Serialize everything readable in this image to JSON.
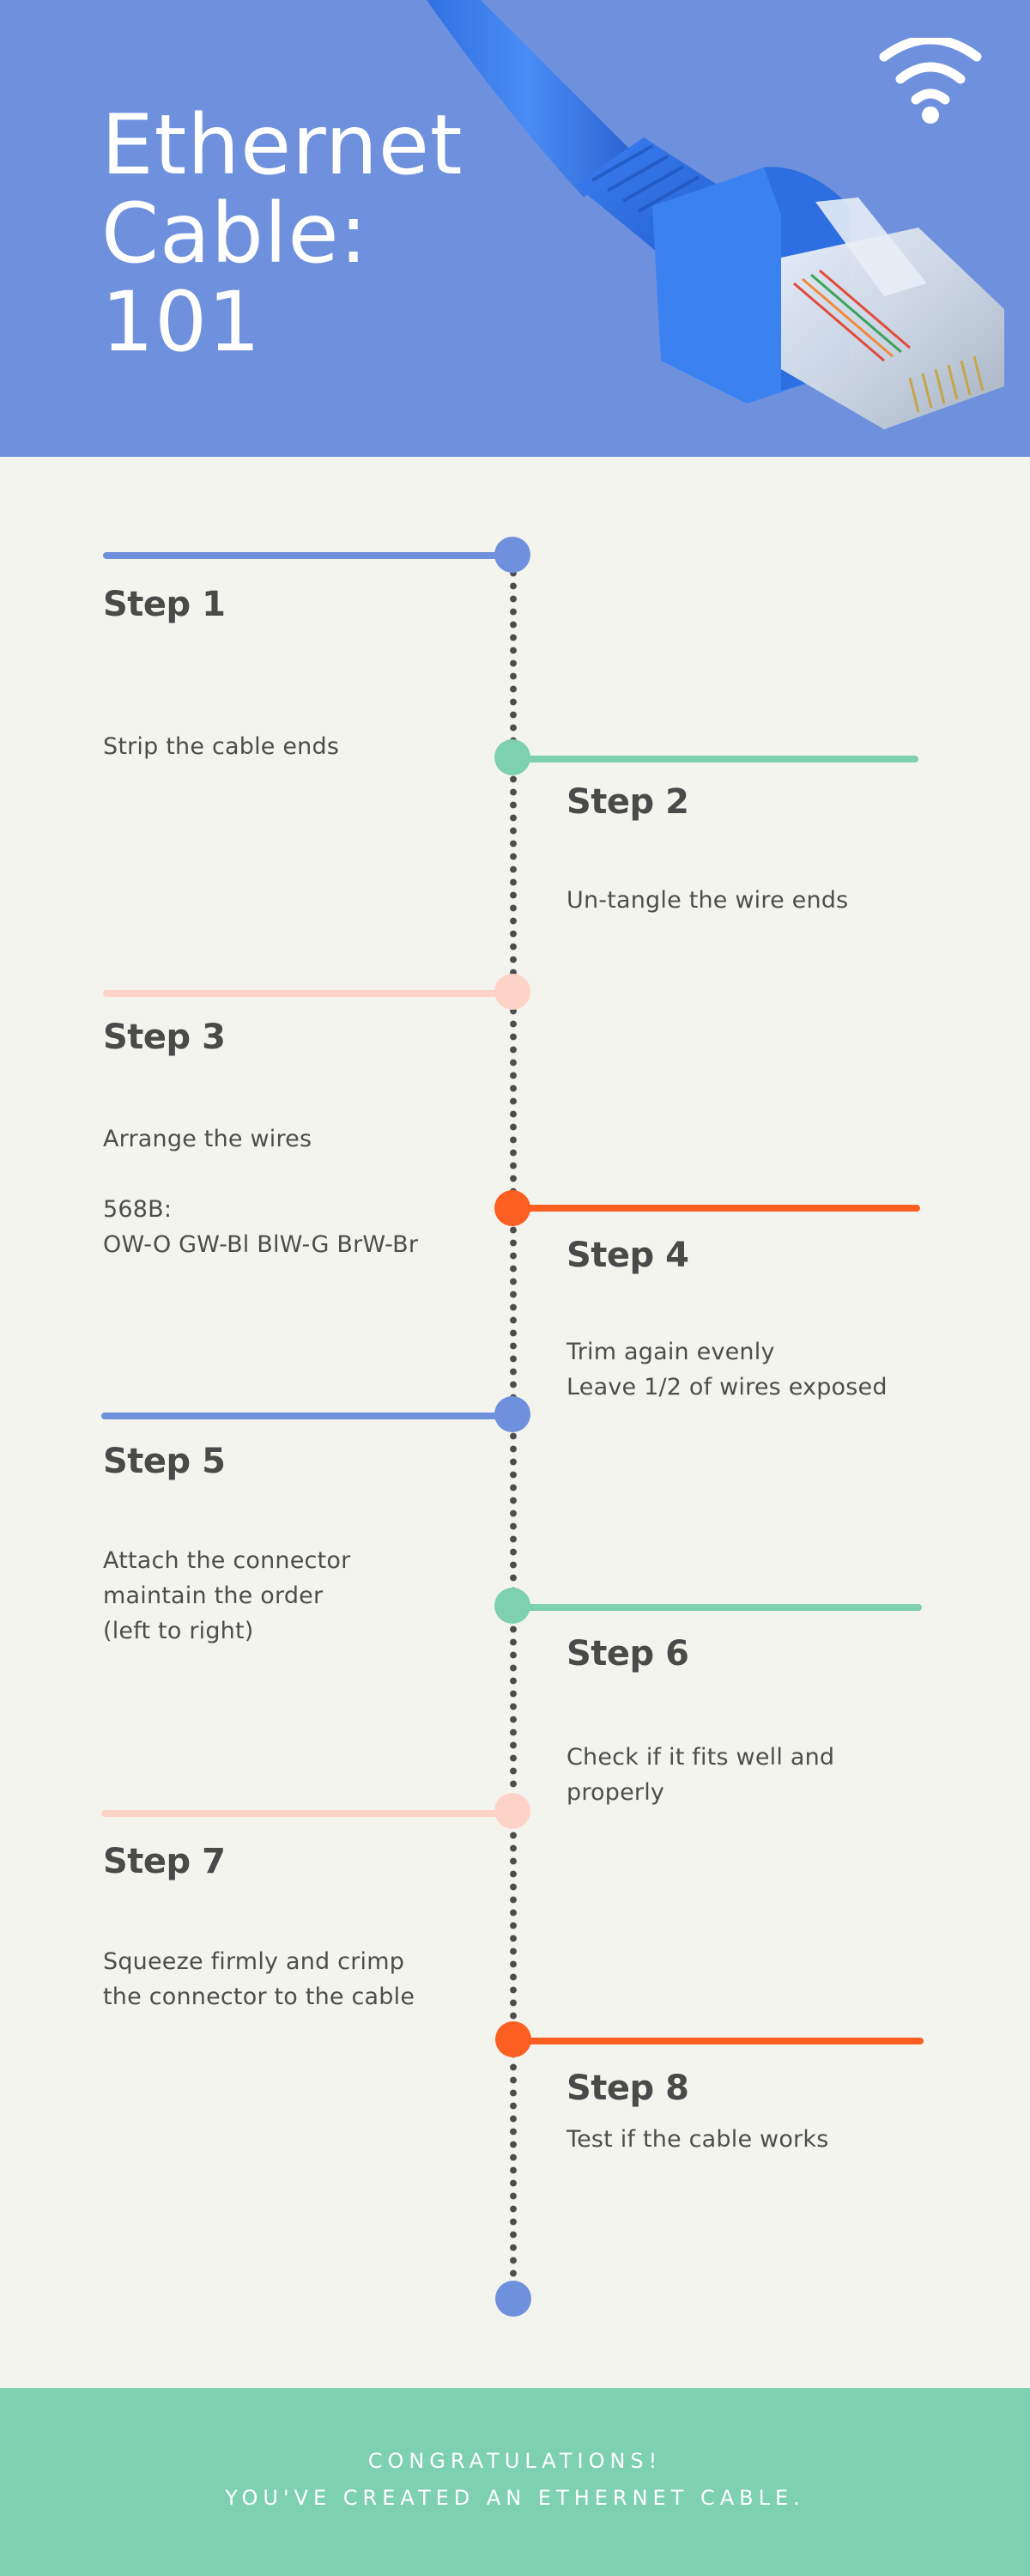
{
  "header": {
    "title_lines": [
      "Ethernet",
      "Cable:",
      "101"
    ],
    "background_color": "#6f91dd",
    "icons": [
      "ethernet-cable-illustration",
      "wifi-icon"
    ]
  },
  "timeline": {
    "spine_color": "#4d4d4d",
    "end_node_color": "#6f91dd",
    "steps": [
      {
        "title": "Step 1",
        "side": "left",
        "color": "#6f91dd",
        "body": [
          "Strip the cable ends"
        ]
      },
      {
        "title": "Step 2",
        "side": "right",
        "color": "#7dd0b0",
        "body": [
          "Un-tangle the wire ends"
        ]
      },
      {
        "title": "Step 3",
        "side": "left",
        "color": "#fdd3c9",
        "body": [
          "Arrange the wires",
          "",
          "568B:",
          "OW-O GW-Bl BlW-G BrW-Br"
        ]
      },
      {
        "title": "Step 4",
        "side": "right",
        "color": "#fd5e22",
        "body": [
          "Trim again evenly",
          "Leave 1/2 of wires exposed"
        ]
      },
      {
        "title": "Step 5",
        "side": "left",
        "color": "#6f91dd",
        "body": [
          "Attach the connector",
          "maintain the order",
          "(left to right)"
        ]
      },
      {
        "title": "Step 6",
        "side": "right",
        "color": "#7dd0b0",
        "body": [
          "Check if it fits well and",
          "properly"
        ]
      },
      {
        "title": "Step 7",
        "side": "left",
        "color": "#fdd3c9",
        "body": [
          "Squeeze firmly and crimp",
          "the connector to the cable"
        ]
      },
      {
        "title": "Step 8",
        "side": "right",
        "color": "#fd5e22",
        "body": [
          "Test if the cable works"
        ]
      }
    ]
  },
  "footer": {
    "lines": [
      "CONGRATULATIONS!",
      "YOU'VE CREATED AN ETHERNET CABLE."
    ],
    "background_color": "#7dd0b0"
  }
}
